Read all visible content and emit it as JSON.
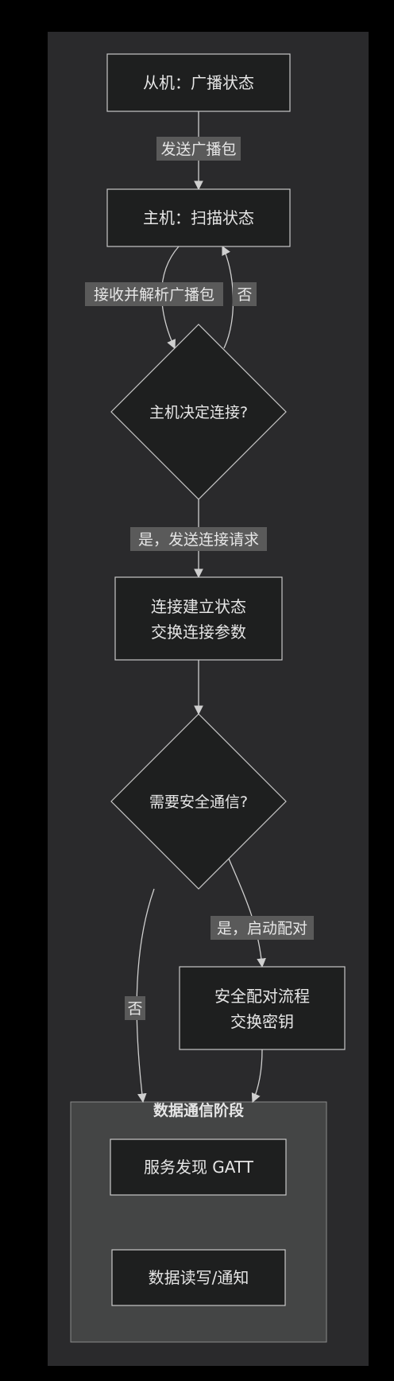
{
  "nodes": {
    "slave_adv": "从机：广播状态",
    "master_scan": "主机：扫描状态",
    "decide_connect": "主机决定连接?",
    "conn_est_line1": "连接建立状态",
    "conn_est_line2": "交换连接参数",
    "need_security": "需要安全通信?",
    "pairing_line1": "安全配对流程",
    "pairing_line2": "交换密钥",
    "svc_discovery": "服务发现 GATT",
    "data_rw": "数据读写/通知"
  },
  "subgraph": {
    "title": "数据通信阶段"
  },
  "edges": {
    "send_adv": "发送广播包",
    "recv_parse": "接收并解析广播包",
    "no1": "否",
    "yes_connect": "是，发送连接请求",
    "yes_pair": "是，启动配对",
    "no2": "否"
  },
  "colors": {
    "page_bg": "#000000",
    "canvas_bg": "#2a2a2c",
    "node_fill": "#1e1f1f",
    "node_stroke": "#c8c8c8",
    "subgraph_fill": "#444545",
    "subgraph_stroke": "#8a8a8a",
    "edge_label_bg": "#5a5a5a",
    "text": "#e6e6e6",
    "line": "#cfcfcf"
  }
}
